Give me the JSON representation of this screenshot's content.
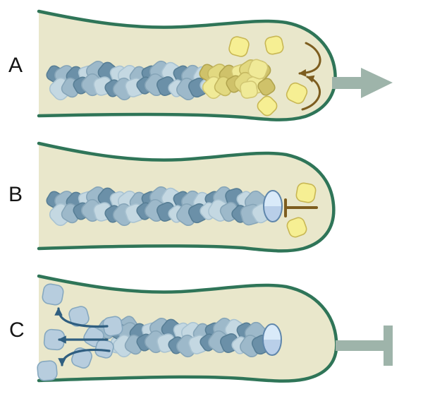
{
  "figure": {
    "type": "scientific-diagram",
    "panels": [
      {
        "id": "A",
        "label": "A",
        "free_yellow_monomers": 4,
        "icons": [
          "monomer-addition-arrow-upper",
          "monomer-addition-arrow-lower",
          "protrusion-arrow"
        ]
      },
      {
        "id": "B",
        "label": "B",
        "free_yellow_monomers": 2,
        "icons": [
          "capping-protein",
          "capping-block-bar"
        ]
      },
      {
        "id": "C",
        "label": "C",
        "free_blue_monomers": 8,
        "icons": [
          "monomer-release-arrow-up",
          "monomer-release-arrow-left",
          "monomer-release-arrow-down",
          "capping-protein",
          "protrusion-blocked-bar"
        ]
      }
    ]
  },
  "colors": {
    "membrane": "#2f7558",
    "cytoplasm": "#e9e7cb",
    "label_text": "#141414",
    "actin_dark": "#6b90a8",
    "actin_dark_stroke": "#577e95",
    "actin_mid": "#9db9ca",
    "actin_mid_stroke": "#86a5b8",
    "actin_light": "#c4d8e2",
    "actin_light_stroke": "#a9c3d2",
    "atp_dark": "#cfc26a",
    "atp_dark_stroke": "#b1a44e",
    "atp_mid": "#e2d981",
    "atp_mid_stroke": "#c4b75f",
    "atp_light": "#f0ea98",
    "atp_light_stroke": "#d2c773",
    "monomer_yellow": "#f6ef93",
    "monomer_yellow_stroke": "#c8b754",
    "monomer_blue": "#b7cdde",
    "monomer_blue_stroke": "#86a8bf",
    "cap_top": "#d9eaf9",
    "cap_bottom": "#b9cfe9",
    "cap_stroke": "#5f86ab",
    "assembly_arrow": "#7d5d1f",
    "disassembly_arrow": "#2f5e80",
    "external": "#9eb4aa"
  }
}
